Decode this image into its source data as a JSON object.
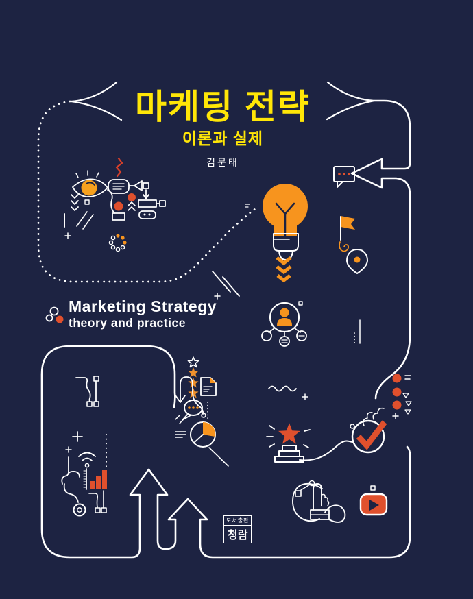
{
  "cover": {
    "title": "마케팅 전략",
    "subtitle": "이론과 실제",
    "author": "김문태",
    "english_title": "Marketing Strategy",
    "english_subtitle": "theory and practice",
    "publisher_label": "도서출판",
    "publisher_name": "청람"
  },
  "colors": {
    "background": "#1d2342",
    "title_yellow": "#ffe607",
    "orange": "#f7941e",
    "red_orange": "#e0502d",
    "line_white": "#ffffff"
  },
  "icons": [
    "lightbulb-icon",
    "speech-bubble-icon",
    "left-arrow-icon",
    "flag-icon",
    "location-pin-icon",
    "eye-icon",
    "flowchart-icon",
    "spinner-icon",
    "person-network-icon",
    "star-rating-icon",
    "document-icon",
    "chat-bubble-icon",
    "pie-chart-icon",
    "star-podium-icon",
    "checkmark-circle-icon",
    "bar-chart-icon",
    "wifi-icon",
    "target-icon",
    "pointing-hand-icon",
    "youtube-play-icon",
    "growth-arrows-icon",
    "chevrons-down-icon",
    "bullet-dots-icon",
    "squiggle-icon"
  ]
}
